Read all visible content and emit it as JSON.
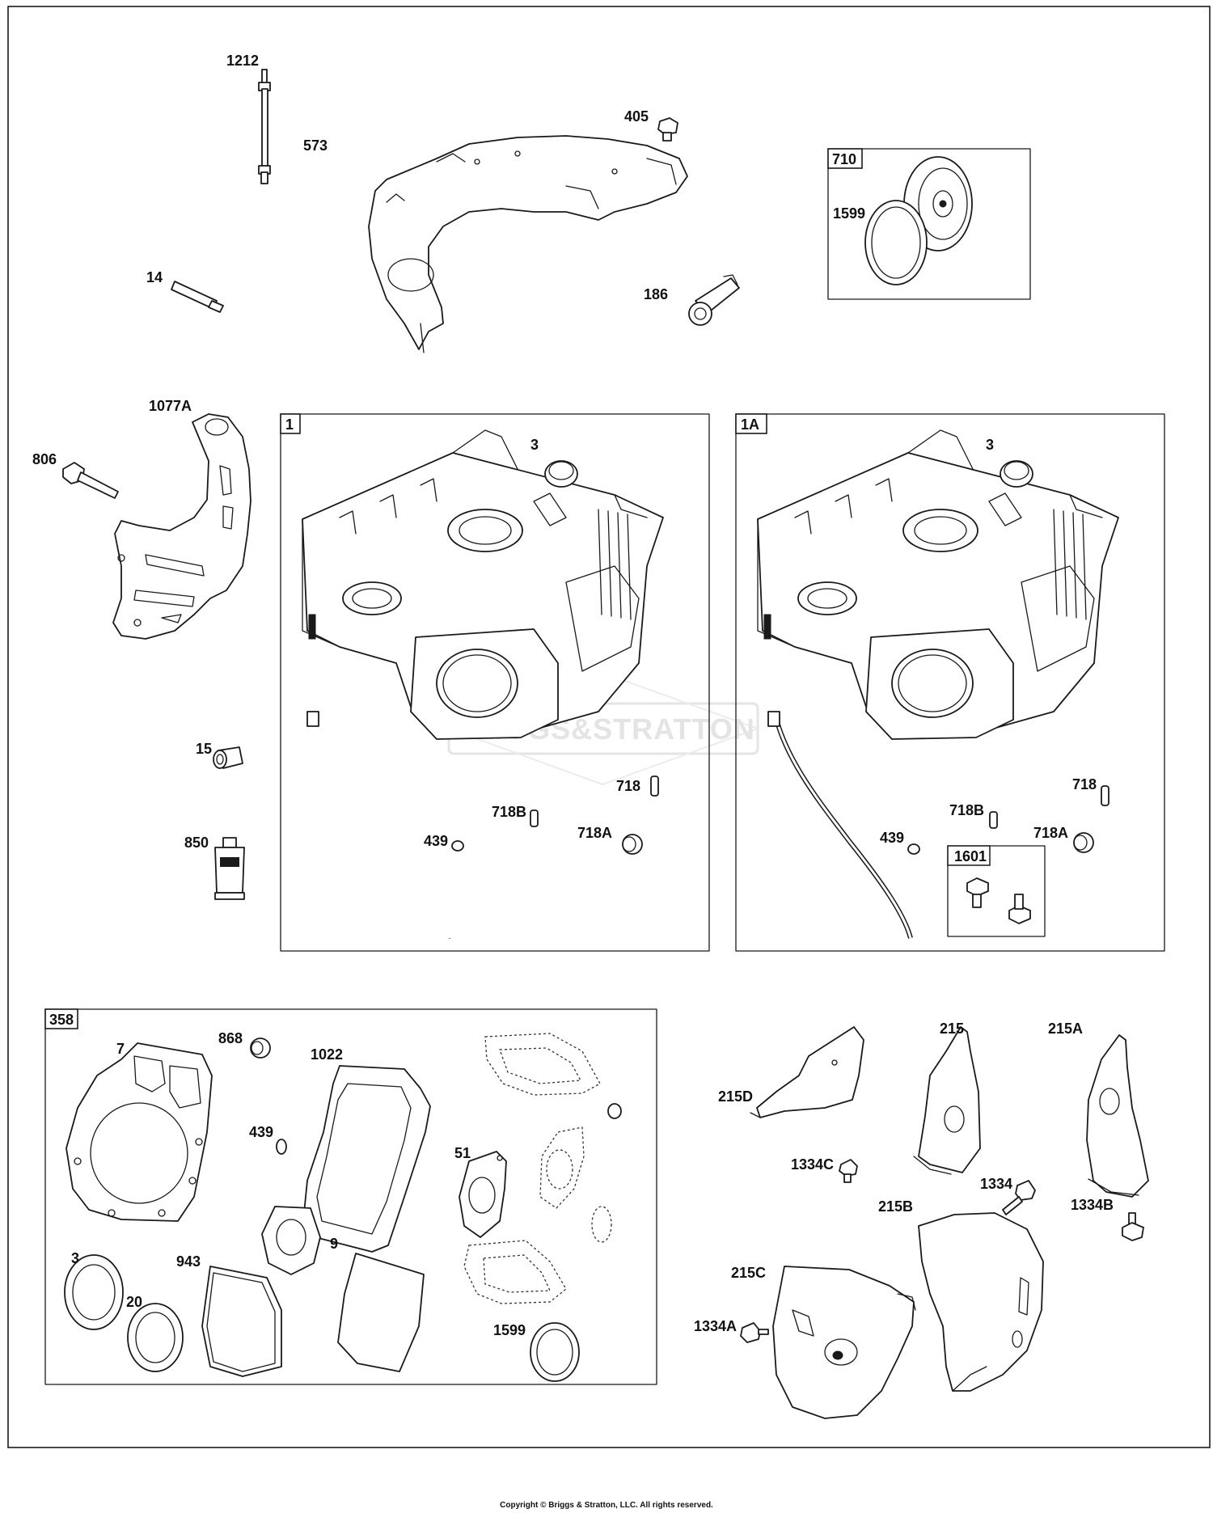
{
  "diagram": {
    "watermark": "BRIGGS&STRATTON",
    "footer": "Copyright © Briggs & Stratton, LLC. All rights reserved.",
    "boxes": {
      "kit_710": "710",
      "block_1": "1",
      "block_1a": "1A",
      "kit_1601": "1601",
      "gasket_set_358": "358"
    },
    "labels": {
      "p1212": "1212",
      "p573": "573",
      "p405": "405",
      "p1599_top": "1599",
      "p14": "14",
      "p186": "186",
      "p1077a": "1077A",
      "p806": "806",
      "p3_a": "3",
      "p3_b": "3",
      "p15": "15",
      "p850": "850",
      "p718_a": "718",
      "p718b_a": "718B",
      "p718a_a": "718A",
      "p439_a": "439",
      "p718_b": "718",
      "p718b_b": "718B",
      "p718a_b": "718A",
      "p439_b": "439",
      "p7": "7",
      "p868": "868",
      "p1022": "1022",
      "p439_c": "439",
      "p51": "51",
      "p3_c": "3",
      "p20": "20",
      "p943": "943",
      "p9": "9",
      "p1599_kit": "1599",
      "p215": "215",
      "p215a": "215A",
      "p215d": "215D",
      "p1334c": "1334C",
      "p1334": "1334",
      "p1334b": "1334B",
      "p215b": "215B",
      "p215c": "215C",
      "p1334a": "1334A"
    }
  }
}
